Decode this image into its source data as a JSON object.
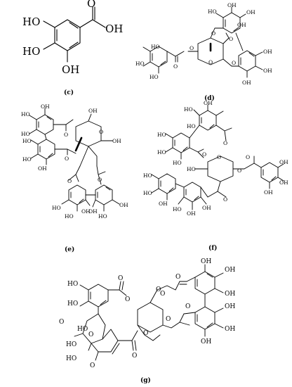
{
  "atoms": {
    "HO": "HO",
    "OH": "OH",
    "O": "O"
  },
  "panels": {
    "c": "(c)",
    "d": "(d)",
    "e": "(e)",
    "f": "(f)",
    "g": "(g)"
  }
}
